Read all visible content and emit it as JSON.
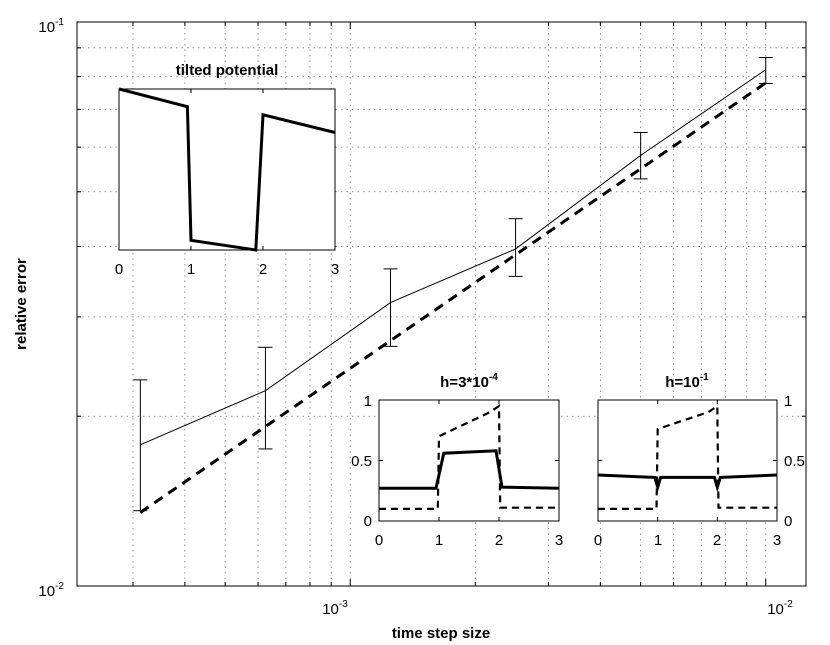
{
  "chart_data": [
    {
      "type": "line",
      "xscale": "log",
      "yscale": "log",
      "xlim": [
        0.00022,
        0.0125
      ],
      "ylim": [
        0.01,
        0.1
      ],
      "xlabel": "time step size",
      "ylabel": "relative error",
      "grid": true,
      "xticks": [
        {
          "value": 0.001,
          "base": "10",
          "exp": "-3"
        },
        {
          "value": 0.01,
          "base": "10",
          "exp": "-2"
        }
      ],
      "yticks": [
        {
          "value": 0.01,
          "base": "10",
          "exp": "-2"
        },
        {
          "value": 0.1,
          "base": "10",
          "exp": "-1"
        }
      ],
      "series": [
        {
          "style": "solid-with-errorbars",
          "x": [
            0.0003125,
            0.000625,
            0.00125,
            0.0025,
            0.005,
            0.01
          ],
          "y": [
            0.0178,
            0.0222,
            0.0318,
            0.0396,
            0.058,
            0.0823
          ],
          "err_low": [
            0.0136,
            0.0175,
            0.0266,
            0.0354,
            0.0527,
            0.0778
          ],
          "err_high": [
            0.0232,
            0.0265,
            0.0365,
            0.0448,
            0.0637,
            0.0865
          ]
        },
        {
          "style": "dashed",
          "x": [
            0.0003125,
            0.01
          ],
          "y": [
            0.0135,
            0.078
          ]
        }
      ]
    },
    {
      "type": "line",
      "title": "tilted potential",
      "xlim": [
        0,
        3
      ],
      "ylim": [
        0,
        1
      ],
      "xticks": [
        "0",
        "1",
        "2",
        "3"
      ],
      "series": [
        {
          "x": [
            0,
            0.95,
            1.0,
            1.9,
            2.0,
            3.0
          ],
          "y": [
            1.0,
            0.89,
            0.06,
            0.0,
            0.84,
            0.73
          ]
        }
      ]
    },
    {
      "type": "line",
      "title_base": "h=3*10",
      "title_exp": "-4",
      "xlim": [
        0,
        3
      ],
      "ylim": [
        0,
        1
      ],
      "xticks": [
        "0",
        "1",
        "2",
        "3"
      ],
      "yticks": [
        "0",
        "0.5",
        "1"
      ],
      "series": [
        {
          "style": "dashed",
          "x": [
            0,
            0.98,
            1.0,
            1.85,
            2.0,
            2.02,
            3.0
          ],
          "y": [
            0.1,
            0.1,
            0.7,
            0.9,
            0.95,
            0.11,
            0.11
          ]
        },
        {
          "style": "solid-thick",
          "x": [
            0,
            0.95,
            1.08,
            1.95,
            2.05,
            3.0
          ],
          "y": [
            0.27,
            0.27,
            0.56,
            0.58,
            0.28,
            0.27
          ]
        }
      ]
    },
    {
      "type": "line",
      "title_base": "h=10",
      "title_exp": "-1",
      "xlim": [
        0,
        3
      ],
      "ylim": [
        0,
        1
      ],
      "xticks": [
        "0",
        "1",
        "2",
        "3"
      ],
      "yticks": [
        "0",
        "0.5",
        "1"
      ],
      "series": [
        {
          "style": "dashed",
          "x": [
            0,
            0.98,
            1.0,
            1.85,
            2.0,
            2.02,
            3.0
          ],
          "y": [
            0.1,
            0.1,
            0.76,
            0.9,
            0.95,
            0.11,
            0.11
          ]
        },
        {
          "style": "solid-thick",
          "x": [
            0,
            0.95,
            1.0,
            1.05,
            1.95,
            2.0,
            2.05,
            3.0
          ],
          "y": [
            0.38,
            0.36,
            0.28,
            0.36,
            0.36,
            0.28,
            0.36,
            0.38
          ]
        }
      ]
    }
  ]
}
